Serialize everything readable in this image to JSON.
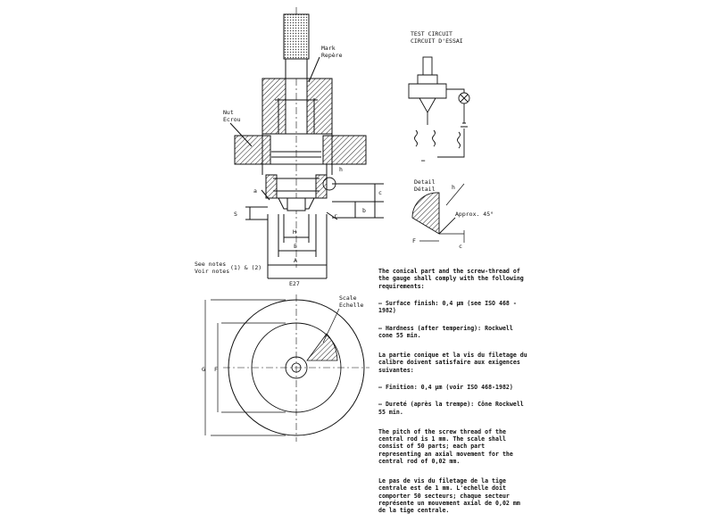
{
  "labels": {
    "mark_en": "Mark",
    "mark_fr": "Repère",
    "nut_en": "Nut",
    "nut_fr": "Ecrou",
    "h": "h",
    "a": "a",
    "c": "c",
    "b": "b",
    "r": "r",
    "s": "S",
    "h_upper": "H",
    "e": "E",
    "a_upper": "A",
    "e27": "E27",
    "see_notes_en": "See notes",
    "see_notes_fr": "Voir notes",
    "notes_ref": "(1) & (2)",
    "scale_en": "Scale",
    "scale_fr": "Echelle",
    "dim_g": "G",
    "dim_f": "F",
    "test_circuit_en": "TEST CIRCUIT",
    "test_circuit_fr": "CIRCUIT D'ESSAI",
    "minus": "–",
    "detail_en": "Detail",
    "detail_fr": "Détail",
    "detail_h": "h",
    "approx": "Approx. 45°",
    "detail_f": "F",
    "detail_c": "c"
  },
  "notes": {
    "en_intro": "The conical part and the screw-thread of the gauge shall comply with the following requirements:",
    "en_item1": "– Surface finish: 0,4 µm (see ISO 468 - 1982)",
    "en_item2": "– Hardness (after tempering): Rockwell cone 55 min.",
    "fr_intro": "La partie conique et la vis du filetage du calibre doivent satisfaire aux exigences suivantes:",
    "fr_item1": "– Finition: 0,4 µm (voir ISO 468-1982)",
    "fr_item2": "– Dureté (après la trempe): Cône Rockwell 55 min.",
    "en_pitch": "The pitch of the screw thread of the central rod is 1 mm. The scale shall consist of 50 parts; each part representing an axial movement for the central rod of 0,02 mm.",
    "fr_pitch": "Le pas de vis du filetage de la tige centrale est de 1 mm. L'echelle doit comporter 50 secteurs; chaque secteur représente un mouvement axial de 0,02 mm de la tige centrale."
  }
}
